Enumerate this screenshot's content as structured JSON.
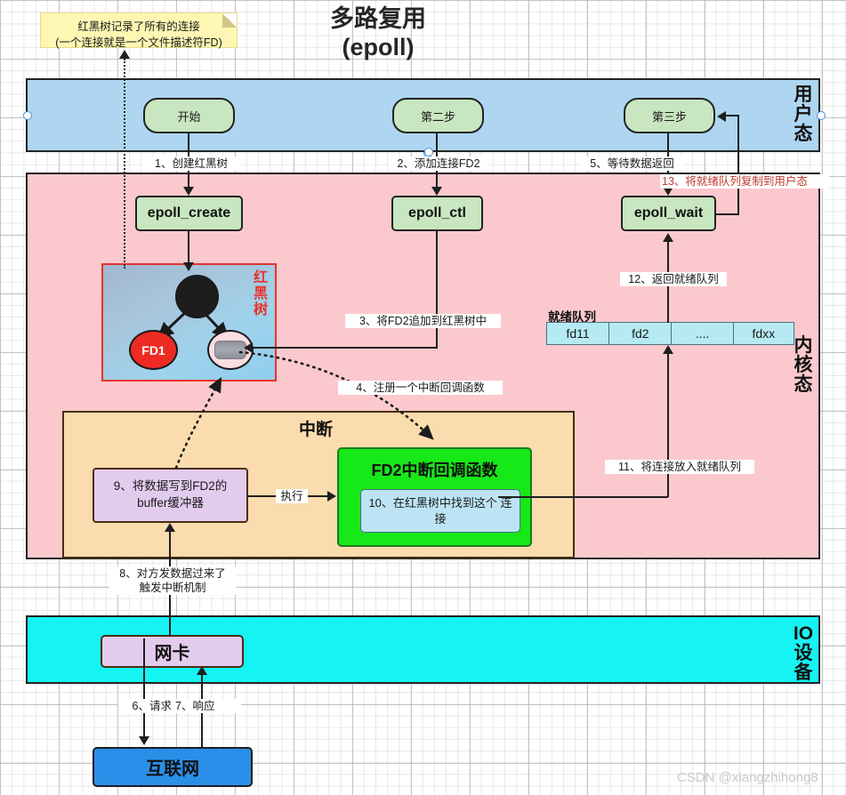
{
  "title": {
    "line1": "多路复用",
    "line2": "(epoll)"
  },
  "note": {
    "line1": "红黑树记录了所有的连接",
    "line2": "(一个连接就是一个文件描述符FD)"
  },
  "bands": {
    "user": "用户\n态",
    "user_label_chars": [
      "用",
      "户",
      "态"
    ],
    "kernel_label_chars": [
      "内",
      "核",
      "态"
    ],
    "io_label_line1": "IO",
    "io_label_line2": "设备"
  },
  "user_steps": [
    {
      "label": "开始"
    },
    {
      "label": "第二步"
    },
    {
      "label": "第三步"
    }
  ],
  "functions": [
    {
      "label": "epoll_create"
    },
    {
      "label": "epoll_ctl"
    },
    {
      "label": "epoll_wait"
    }
  ],
  "rbtree": {
    "label": "红黑树",
    "label_chars": [
      "红",
      "黑",
      "树"
    ],
    "nodes": [
      {
        "name": "root",
        "label": "",
        "kind": "black"
      },
      {
        "name": "fd1",
        "label": "FD1",
        "kind": "red"
      },
      {
        "name": "fd2",
        "label": "",
        "kind": "selected"
      }
    ]
  },
  "ready_queue": {
    "title": "就绪队列",
    "cells": [
      "fd11",
      "fd2",
      "....",
      "fdxx"
    ]
  },
  "interrupt": {
    "title": "中断",
    "write_buffer_box": "9、将数据写到FD2的\nbuffer缓冲器",
    "exec_label": "执行",
    "callback_title": "FD2中断回调函数",
    "callback_inner": "10、在红黑树中找到这个\n连接"
  },
  "io": {
    "nic": "网卡",
    "internet": "互联网"
  },
  "edge_labels": {
    "e1": "1、创建红黑树",
    "e2": "2、添加连接FD2",
    "e3": "3、将FD2追加到红黑树中",
    "e4": "4、注册一个中断回调函数",
    "e5": "5、等待数据返回",
    "e6": "6、请求",
    "e7": "7、响应",
    "e8": "8、对方发数据过来了\n触发中断机制",
    "e11": "11、将连接放入就绪队列",
    "e12": "12、返回就绪队列",
    "e13": "13、将就绪队列复制到用户态"
  },
  "watermark": "CSDN @xiangzhihong8",
  "colors": {
    "user_band": "#aed6f1",
    "kernel_band": "#fbc9cd",
    "io_band": "#16f3f3",
    "green_box": "#c8e6c0",
    "callback_green": "#17e817",
    "purple": "#e3cbee",
    "interrupt_orange": "#fbdcae",
    "queue_blue": "#b6eaf2",
    "internet_blue": "#2a8fe8",
    "rbt_red": "#e8332a",
    "note_yellow": "#fdf7b3"
  }
}
